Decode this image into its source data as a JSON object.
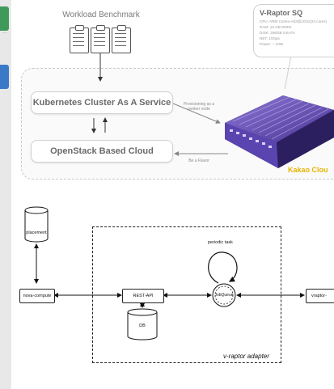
{
  "top_diagram": {
    "workload_title": "Workload Benchmark",
    "k8s_box": "Kubernetes Cluster As A Service",
    "openstack_box": "OpenStack Based Cloud",
    "provisioning_label": "Provisioning as a worker node",
    "flavor_label": "Be a Flavor",
    "server": {
      "title": "V-Raptor SQ",
      "specs": [
        "CPU: ARM Cortex-A53@1Ghz(24 cores)",
        "RAM: 16 GB DDR4",
        "DISK: 256GB mSATA",
        "NET: 1Gbps",
        "Power: ~ 10W"
      ]
    },
    "brand": "Kakao Clou"
  },
  "bottom_diagram": {
    "placement": "placement",
    "nova_compute": "nova-compute",
    "rest_api": "REST-API",
    "db": "DB",
    "periodic_task": "periodic task",
    "jobqueue": "JobQueue",
    "vraptor": "vraptor-",
    "adapter_label": "v-raptor adapter"
  },
  "colors": {
    "accent_green": "#3f9a5a",
    "accent_blue": "#3a78c8",
    "server_purple": "#6a4fb8",
    "brand_yellow": "#e7b400"
  }
}
